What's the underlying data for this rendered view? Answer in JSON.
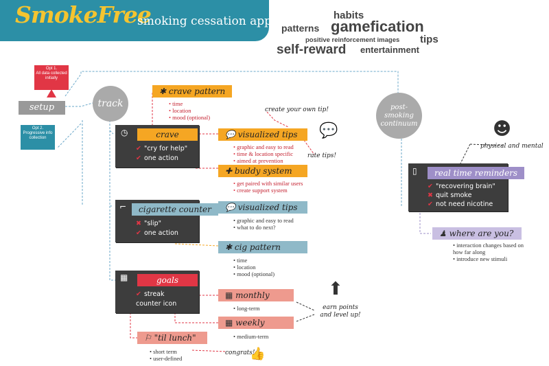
{
  "header": {
    "app_name": "SmokeFree",
    "subtitle": "smoking cessation app"
  },
  "word_cloud": {
    "habits": "habits",
    "patterns": "patterns",
    "gamefication": "gamefication",
    "positive": "positive reinforcement images",
    "tips": "tips",
    "self_reward": "self-reward",
    "entertainment": "entertainment"
  },
  "setup": {
    "label": "setup",
    "opt1": "Opt 1.\nAll data collected initially",
    "opt2": "Opt 2.\nProgressive info collection"
  },
  "track": {
    "label": "track"
  },
  "post": {
    "label": "post-smoking continuum"
  },
  "crave_pattern": {
    "title": "crave pattern",
    "items": [
      "time",
      "location",
      "mood (optional)"
    ]
  },
  "crave": {
    "title": "crave",
    "items": [
      "\"cry for help\"",
      "one action"
    ]
  },
  "viz_tips_1": {
    "title": "visualized tips",
    "items": [
      "graphic and easy to read",
      "time & location specific",
      "aimed at prevention"
    ]
  },
  "buddy": {
    "title": "buddy system",
    "items": [
      "get paired with similar users",
      "create support system"
    ]
  },
  "notes": {
    "create_tip": "create your own tip!",
    "rate_tips": "rate tips!",
    "physical_mental": "physical and mental",
    "earn": "earn points and level up!",
    "congrats": "congrats!"
  },
  "cig_counter": {
    "title": "cigarette counter",
    "items": [
      "\"slip\"",
      "one action"
    ]
  },
  "viz_tips_2": {
    "title": "visualized tips",
    "items": [
      "graphic and easy to read",
      "what to do next?"
    ]
  },
  "cig_pattern": {
    "title": "cig pattern",
    "items": [
      "time",
      "location",
      "mood (optional)"
    ]
  },
  "goals": {
    "title": "goals",
    "items": [
      "streak counter icon"
    ]
  },
  "monthly": {
    "title": "monthly",
    "items": [
      "long-term"
    ]
  },
  "weekly": {
    "title": "weekly",
    "items": [
      "medium-term"
    ]
  },
  "til_lunch": {
    "title": "\"til lunch\"",
    "items": [
      "short term",
      "user-defined"
    ]
  },
  "reminders": {
    "title": "real time reminders",
    "items": [
      "\"recovering brain\"",
      "quit smoke",
      "not need nicotine"
    ]
  },
  "where": {
    "title": "where are you?",
    "items": [
      "interaction changes based on how far along",
      "introduce new stimuli"
    ]
  },
  "colors": {
    "teal": "#2c8fa6",
    "orange": "#f5a623",
    "red": "#e13645",
    "blue": "#8fb9c8",
    "pink": "#ee9a8e",
    "purple": "#9e8fc8",
    "dark": "#3d3d3d"
  }
}
